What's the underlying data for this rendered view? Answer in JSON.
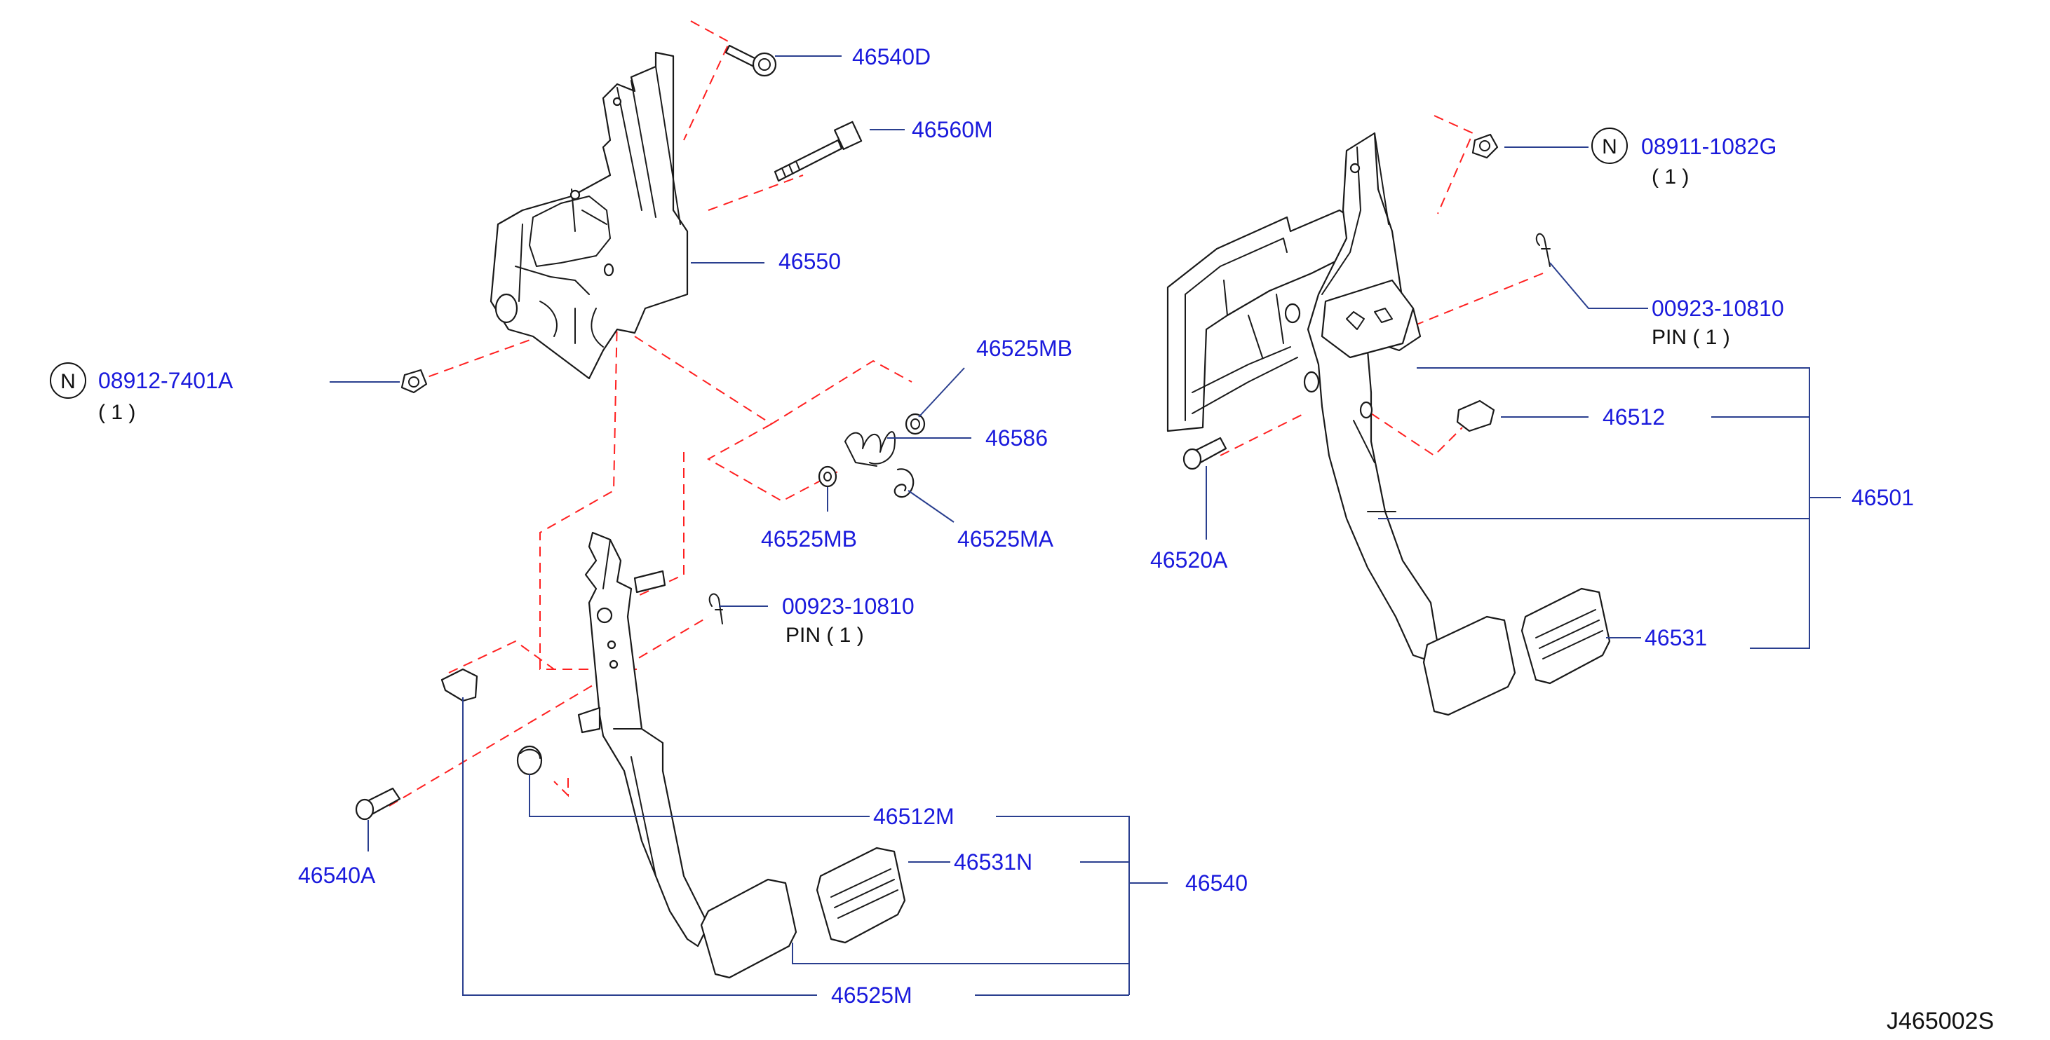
{
  "diagram": {
    "reference_code": "J465002S",
    "n_marker": "N",
    "labels": {
      "p46540D": "46540D",
      "p46560M": "46560M",
      "p46550": "46550",
      "p08912": "08912-7401A",
      "p08912_qty": "( 1   )",
      "p46525MB_top": "46525MB",
      "p46586": "46586",
      "p46525MB_bot": "46525MB",
      "p46525MA": "46525MA",
      "p00923_left": "00923-10810",
      "pin_left": "PIN      ( 1 )",
      "p46540A": "46540A",
      "p46512M": "46512M",
      "p46531N": "46531N",
      "p46540": "46540",
      "p46525M": "46525M",
      "p08911": "08911-1082G",
      "p08911_qty": "( 1    )",
      "p00923_right": "00923-10810",
      "pin_right": "PIN      ( 1 )",
      "p46512": "46512",
      "p46501": "46501",
      "p46520A": "46520A",
      "p46531": "46531"
    },
    "colors": {
      "label_blue": "#1a1adc",
      "leader": "#2a3f8f",
      "dash_red": "#ff2020",
      "linework": "#1a1a1a"
    }
  }
}
